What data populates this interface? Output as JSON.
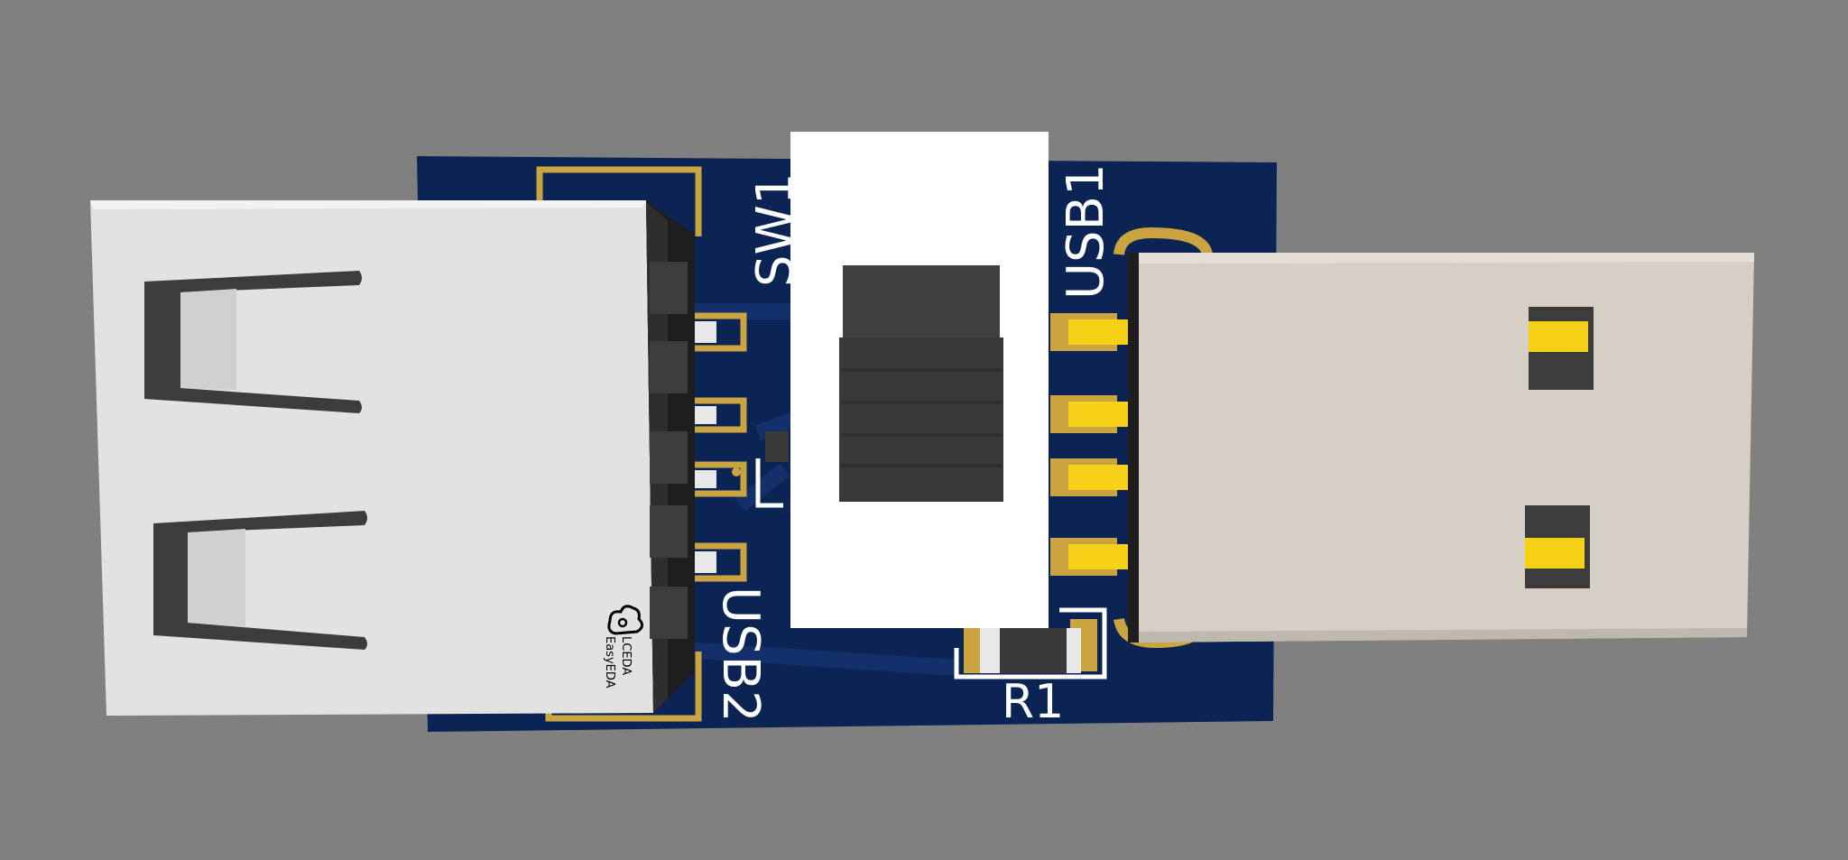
{
  "colors": {
    "background": "#808080",
    "pcb": "#0b2454",
    "pad_gold": "#c9a440",
    "pin_yellow": "#f7d117",
    "silkscreen": "#ffffff",
    "usb_a_male": "#d6cfc5",
    "usb_c_shell": "#e4e4e4"
  },
  "board": {
    "designators": {
      "switch": "SW1",
      "usb_male": "USB1",
      "usb_female": "USB2",
      "resistor": "R1"
    },
    "logo": {
      "icon": "cloud-logo-icon",
      "line1": "LCEDA",
      "line2": "EasyEDA"
    }
  }
}
